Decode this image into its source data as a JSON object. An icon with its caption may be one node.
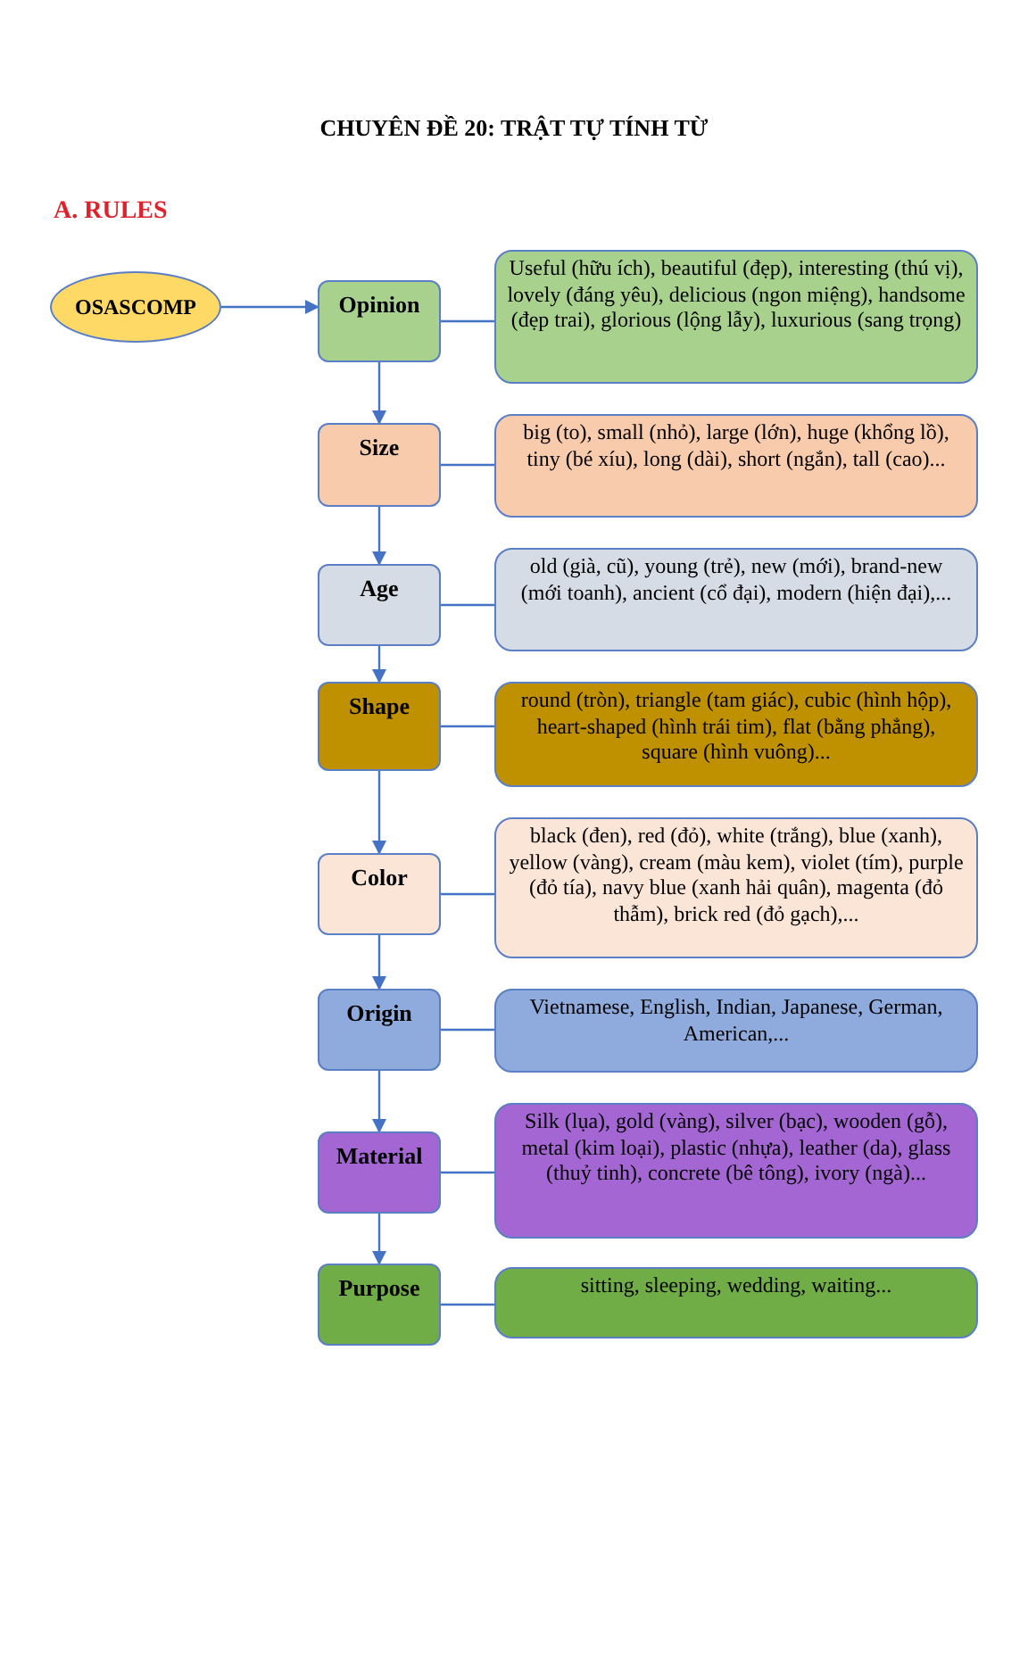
{
  "diagram": {
    "title": "CHUYÊN ĐỀ 20: TRẬT TỰ TÍNH TỪ",
    "nodes": [
      {
        "text": [
          "OSASCOMP"
        ]
      },
      {
        "text": [
          "Opinion"
        ]
      },
      {
        "text": [
          "Useful (hữu ích), beautiful (đẹp), interesting (thú vị), lovely (đáng yêu), delicious (ngon miệng), handsome (đẹp trai), glorious (lộng lẫy), luxurious (sang trọng)"
        ]
      },
      {
        "text": [
          "Size"
        ]
      },
      {
        "text": [
          "big (to), small (nhỏ), large (lớn), huge (khổng lồ), tiny (bé xíu), long (dài), short (ngắn), tall (cao)..."
        ]
      },
      {
        "text": [
          "Age"
        ]
      },
      {
        "text": [
          "old (già, cũ), young (trẻ), new (mới), brand-new (mới toanh), ancient (cổ đại), modern (hiện đại),..."
        ]
      },
      {
        "text": [
          "Shape"
        ]
      },
      {
        "text": [
          "round (tròn), triangle (tam giác), cubic (hình hộp), heart-shaped (hình trái tim), flat (bằng phẳng), square (hình vuông)..."
        ]
      },
      {
        "text": [
          "Color"
        ]
      },
      {
        "text": [
          "black (đen), red (đỏ), white (trắng), blue (xanh), yellow (vàng), cream (màu kem), violet (tím), purple (đỏ tía), navy blue (xanh hải quân), magenta (đỏ thẫm), brick red (đỏ gạch),..."
        ]
      },
      {
        "text": [
          "Origin"
        ]
      },
      {
        "text": [
          "Vietnamese, English, Indian, Japanese, German, American,..."
        ]
      },
      {
        "text": [
          "Material"
        ]
      },
      {
        "text": [
          "Silk (lụa), gold (vàng), silver (bạc), wooden (gỗ), metal (kim loại), plastic (nhựa), leather (da), glass (thuỷ tinh), concrete (bê tông), ivory (ngà)..."
        ]
      },
      {
        "text": [
          "Purpose"
        ]
      },
      {
        "text": [
          "sitting, sleeping, wedding, waiting..."
        ]
      }
    ],
    "edges": [
      {
        "from": 0,
        "to": 1,
        "arrow": "to"
      },
      {
        "from": 1,
        "to": 2,
        "arrow": "none"
      },
      {
        "from": 1,
        "to": 3,
        "arrow": "to"
      },
      {
        "from": 3,
        "to": 4,
        "arrow": "none"
      },
      {
        "from": 3,
        "to": 5,
        "arrow": "to"
      },
      {
        "from": 5,
        "to": 6,
        "arrow": "none"
      },
      {
        "from": 5,
        "to": 7,
        "arrow": "to"
      },
      {
        "from": 7,
        "to": 8,
        "arrow": "none"
      },
      {
        "from": 7,
        "to": 9,
        "arrow": "to"
      },
      {
        "from": 9,
        "to": 10,
        "arrow": "none"
      },
      {
        "from": 9,
        "to": 11,
        "arrow": "to"
      },
      {
        "from": 11,
        "to": 12,
        "arrow": "none"
      },
      {
        "from": 11,
        "to": 13,
        "arrow": "to"
      },
      {
        "from": 13,
        "to": 14,
        "arrow": "none"
      },
      {
        "from": 13,
        "to": 15,
        "arrow": "to"
      },
      {
        "from": 15,
        "to": 16,
        "arrow": "none"
      }
    ],
    "labels": [
      "A. RULES"
    ]
  }
}
